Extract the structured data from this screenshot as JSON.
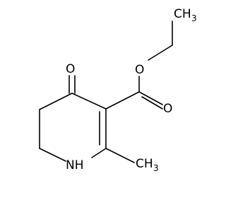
{
  "molecule": {
    "atoms": {
      "ring_oxygen": "O",
      "ester_ether_oxygen": "O",
      "ester_carbonyl_oxygen": "O",
      "ring_nitrogen": "NH",
      "terminal_methyl": "CH",
      "terminal_methyl_subscript": "3",
      "ring_methyl": "CH",
      "ring_methyl_subscript": "3"
    },
    "colors": {
      "bond": "#000000",
      "background": "#ffffff"
    }
  }
}
